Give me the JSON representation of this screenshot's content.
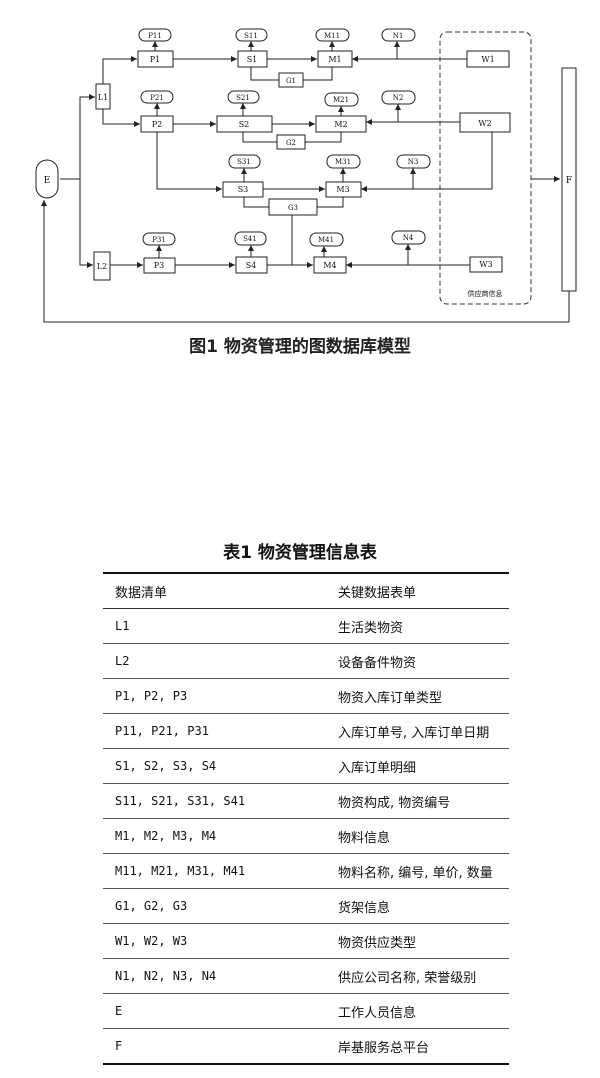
{
  "figure": {
    "caption": "图1  物资管理的图数据库模型",
    "nodes": {
      "E": "E",
      "F": "F",
      "L1": "L1",
      "L2": "L2",
      "P1": "P1",
      "P2": "P2",
      "P3": "P3",
      "P11": "P11",
      "P21": "P21",
      "P31": "P31",
      "S1": "S1",
      "S2": "S2",
      "S3": "S3",
      "S4": "S4",
      "S11": "S11",
      "S21": "S21",
      "S31": "S31",
      "S41": "S41",
      "M1": "M1",
      "M2": "M2",
      "M3": "M3",
      "M4": "M4",
      "M11": "M11",
      "M21": "M21",
      "M31": "M31",
      "M41": "M41",
      "G1": "G1",
      "G2": "G2",
      "G3": "G3",
      "N1": "N1",
      "N2": "N2",
      "N3": "N3",
      "N4": "N4",
      "W1": "W1",
      "W2": "W2",
      "W3": "W3"
    },
    "supplier_group_label": "供应商信息"
  },
  "table": {
    "caption": "表1  物资管理信息表",
    "headers": [
      "数据清单",
      "关键数据表单"
    ],
    "rows": [
      [
        "L1",
        "生活类物资"
      ],
      [
        "L2",
        "设备备件物资"
      ],
      [
        "P1, P2, P3",
        "物资入库订单类型"
      ],
      [
        "P11, P21, P31",
        "入库订单号, 入库订单日期"
      ],
      [
        "S1, S2, S3, S4",
        "入库订单明细"
      ],
      [
        "S11, S21, S31, S41",
        "物资构成, 物资编号"
      ],
      [
        "M1, M2, M3, M4",
        "物料信息"
      ],
      [
        "M11, M21, M31, M41",
        "物料名称, 编号, 单价, 数量"
      ],
      [
        "G1, G2, G3",
        "货架信息"
      ],
      [
        "W1, W2, W3",
        "物资供应类型"
      ],
      [
        "N1, N2, N3, N4",
        "供应公司名称, 荣誉级别"
      ],
      [
        "E",
        "工作人员信息"
      ],
      [
        "F",
        "岸基服务总平台"
      ]
    ]
  }
}
